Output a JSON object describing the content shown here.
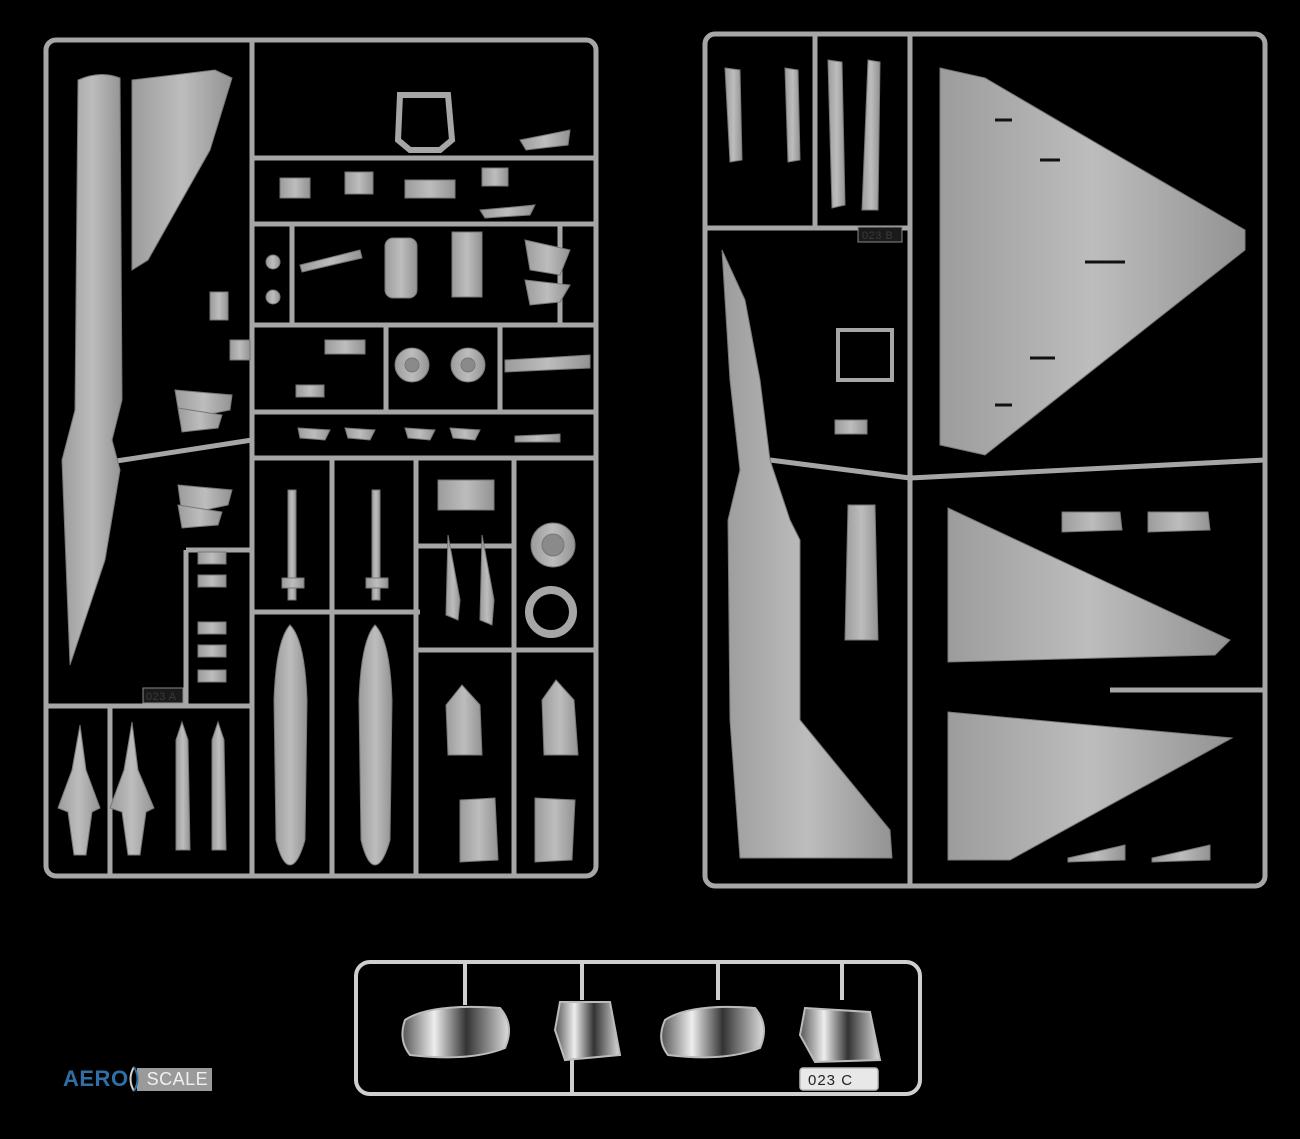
{
  "sprues": {
    "a": {
      "label": "023 A"
    },
    "b": {
      "label": "023 B"
    },
    "c": {
      "label": "023 C"
    }
  },
  "watermark": {
    "aero": "AERO",
    "scale": "SCALE"
  },
  "colors": {
    "plastic": "#a9a9a9",
    "plastic_dark": "#8a8a8a",
    "background": "#000000",
    "clear": "#d0d0d0",
    "logo_blue": "#2f6fa6"
  }
}
